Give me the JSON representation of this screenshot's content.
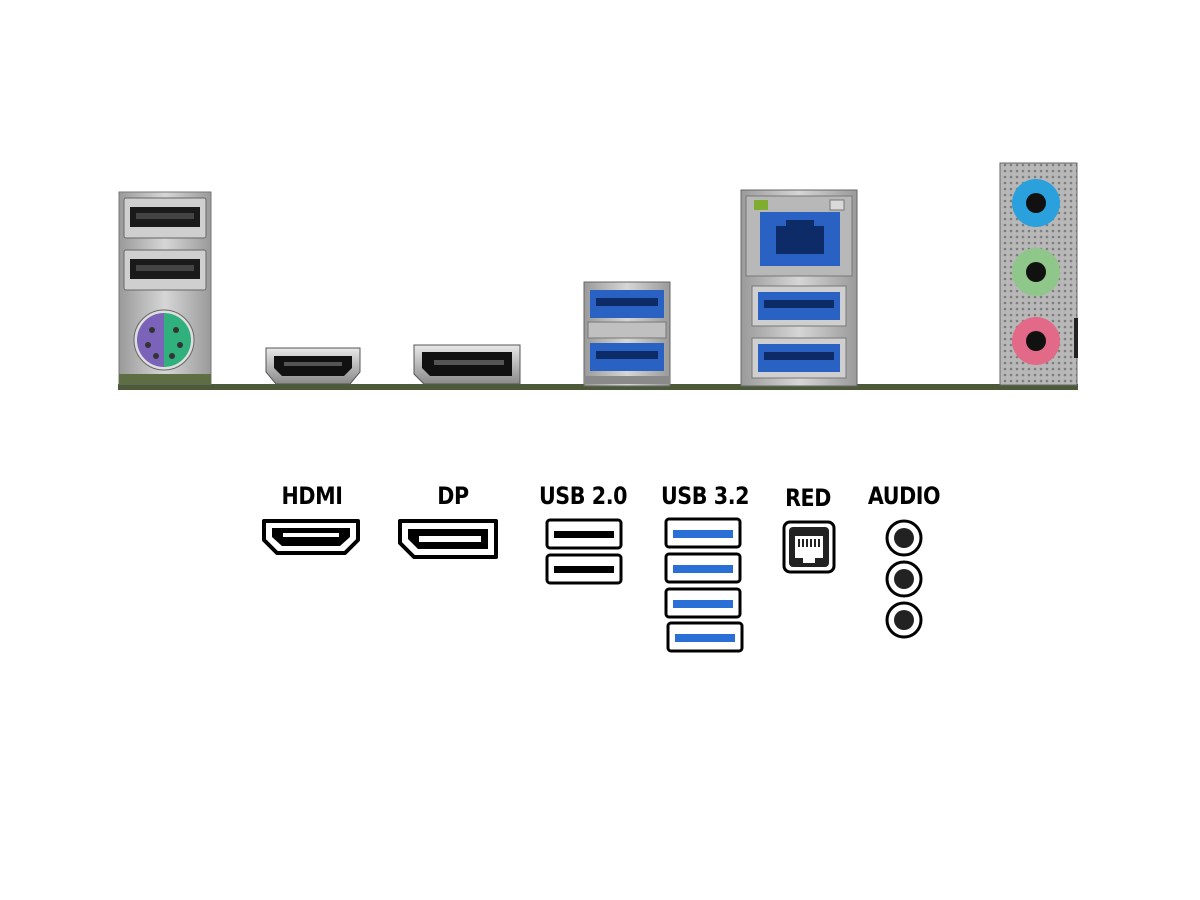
{
  "colors": {
    "usb3_blue": "#2a62c4",
    "usb2_black": "#111111",
    "ps2_purple": "#7a63b8",
    "ps2_green": "#2fb07c",
    "audio_blue": "#2aa0dc",
    "audio_green": "#8fc78a",
    "audio_pink": "#e26a88",
    "metal": "#bfbfbf",
    "board_line": "#4d5a3a"
  },
  "legend": {
    "hdmi": "HDMI",
    "dp": "DP",
    "usb20": "USB 2.0",
    "usb32": "USB 3.2",
    "red": "RED",
    "audio": "AUDIO"
  }
}
